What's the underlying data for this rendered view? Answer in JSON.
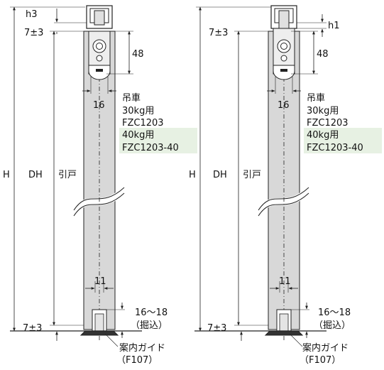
{
  "colors": {
    "door_fill": "#d8d8d8",
    "line": "#222222",
    "highlight": "#e7f1e3"
  },
  "labels": {
    "h_total": "H",
    "dh": "DH",
    "door": "引戸",
    "tol_top": "7±3",
    "tol_bottom": "7±3",
    "dim_48": "48",
    "dim_16": "16",
    "dim_11": "11",
    "groove_range": "16～18",
    "groove_note": "（掘込）",
    "roller_title": "吊車",
    "roller_30_spec": "30kg用",
    "roller_30_model": "FZC1203",
    "roller_40_spec": "40kg用",
    "roller_40_model": "FZC1203-40",
    "guide_name": "案内ガイド",
    "guide_model": "（F107）"
  },
  "views": [
    {
      "name": "left-view",
      "clearance_label": "h3"
    },
    {
      "name": "right-view",
      "clearance_label": "h1"
    }
  ]
}
